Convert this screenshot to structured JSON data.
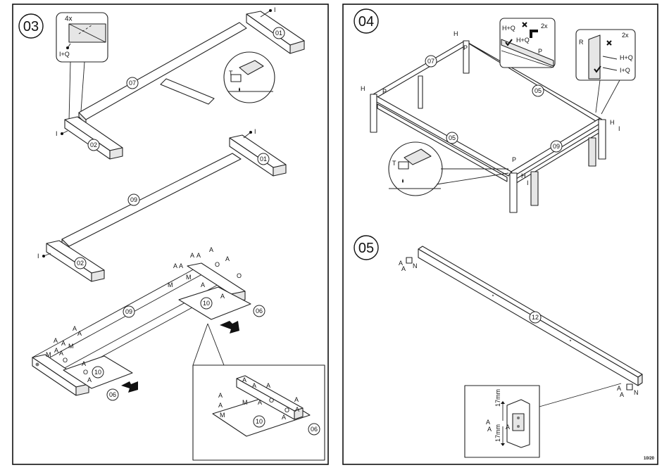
{
  "page_number": "10/20",
  "steps": {
    "s03": "03",
    "s04": "04",
    "s05": "05"
  },
  "parts": {
    "p01": "01",
    "p02": "02",
    "p05": "05",
    "p06": "06",
    "p07": "07",
    "p09": "09",
    "p10": "10",
    "p12": "12"
  },
  "hardware": {
    "A": "A",
    "H": "H",
    "I": "I",
    "M": "M",
    "N": "N",
    "O": "O",
    "P": "P",
    "R": "R",
    "T": "T",
    "I_Q": "I+Q",
    "H_Q": "H+Q",
    "H_Q_short": "H+Q",
    "qty_4x": "4x",
    "qty_2x": "2x",
    "qty_2x_b": "2x"
  },
  "dimensions": {
    "top": "17mm",
    "bottom": "17mm"
  },
  "icons": {
    "glue": "glue-bottle-icon",
    "check": "check-icon",
    "cross": "cross-icon",
    "drill": "screwdriver-icon",
    "push": "push-arrow-icon"
  }
}
